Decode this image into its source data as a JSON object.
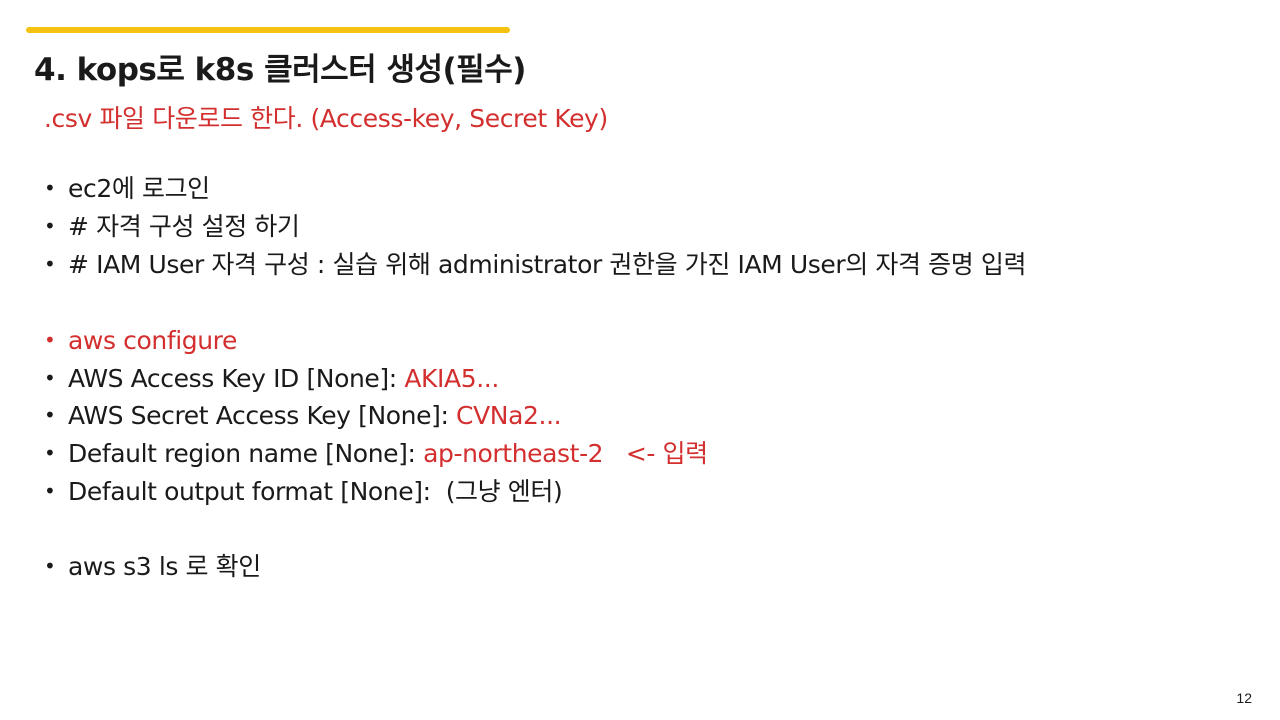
{
  "slide": {
    "title": "4. kops로 k8s 클러스터 생성(필수)",
    "subtitle": ".csv 파일 다운로드 한다. (Access-key, Secret Key)",
    "page_number": "12",
    "accent_color": "#f5c211",
    "highlight_color": "#d32f2f"
  },
  "bullets": {
    "bullet_glyph": "•",
    "b1": "ec2에 로그인",
    "b2": "# 자격 구성 설정 하기",
    "b3": "# IAM User 자격 구성 : 실습 위해 administrator 권한을 가진 IAM User의 자격 증명 입력",
    "b4": "aws configure",
    "b5_label": "AWS Access Key ID [None]: ",
    "b5_value": "AKIA5...",
    "b6_label": "AWS Secret Access Key [None]: ",
    "b6_value": "CVNa2...",
    "b7_label": "Default region name [None]: ",
    "b7_value": "ap-northeast-2   <- 입력",
    "b8_label": "Default output format [None]:  ",
    "b8_value": "(그냥 엔터)",
    "b9": "aws s3 ls 로 확인"
  }
}
